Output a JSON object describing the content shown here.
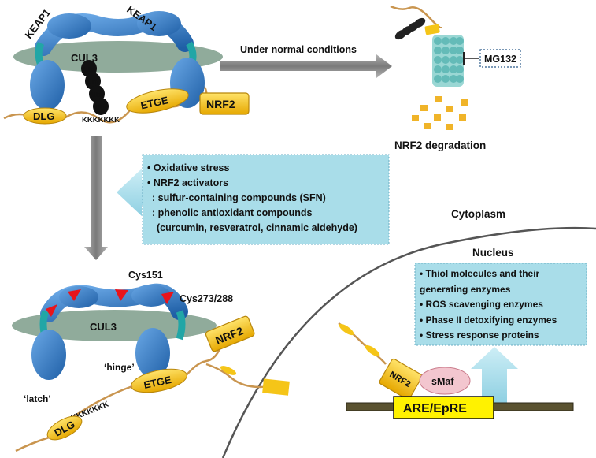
{
  "top_complex": {
    "keap1_left": "KEAP1",
    "keap1_right": "KEAP1",
    "cul3": "CUL3",
    "ub": [
      "Ub",
      "Ub",
      "Ub",
      "Ub"
    ],
    "dlg": "DLG",
    "etge": "ETGE",
    "lysines": "KKKKKKK",
    "nrf2": "NRF2"
  },
  "normal_arrow_label": "Under normal conditions",
  "proteasome": {
    "inhibitor": "MG132",
    "degradation_label": "NRF2 degradation"
  },
  "stress_box": {
    "lines": [
      "•  Oxidative stress",
      "•  NRF2 activators",
      "  : sulfur-containing compounds (SFN)",
      "  : phenolic antioxidant compounds",
      "    (curcumin, resveratrol, cinnamic aldehyde)"
    ]
  },
  "bottom_complex": {
    "cys151": "Cys151",
    "cys273": "Cys273/288",
    "cul3": "CUL3",
    "nrf2": "NRF2",
    "hinge": "‘hinge’",
    "latch": "‘latch’",
    "etge": "ETGE",
    "dlg": "DLG",
    "lysines": "KKKKKKK"
  },
  "cytoplasm_label": "Cytoplasm",
  "nucleus": {
    "label": "Nucleus",
    "gene_box": [
      "• Thiol molecules and their",
      "   generating enzymes",
      "• ROS scavenging enzymes",
      "• Phase II detoxifying enzymes",
      "• Stress response proteins"
    ],
    "nrf2": "NRF2",
    "smaf": "sMaf",
    "are": "ARE/EpRE"
  },
  "colors": {
    "keap1_blue": "#3b7fc4",
    "cul3_gray": "#7c9c8a",
    "nrf2_gold": "#f5c518",
    "box_cyan": "#a9dde9",
    "arrow_gray": "#8a8a8a",
    "are_red": "#e8141b",
    "dna_brown": "#5a5230"
  }
}
